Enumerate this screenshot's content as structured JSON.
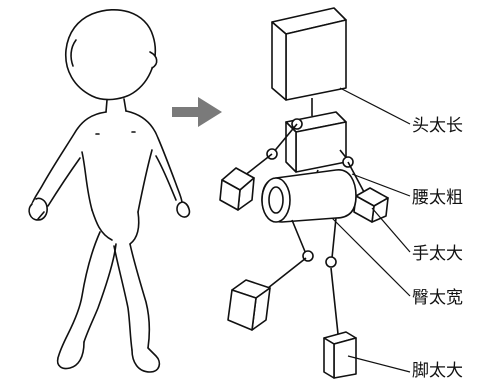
{
  "arrow_icon": "right-arrow-icon",
  "labels": [
    {
      "id": "head",
      "text": "头太长"
    },
    {
      "id": "waist",
      "text": "腰太粗"
    },
    {
      "id": "hand",
      "text": "手太大"
    },
    {
      "id": "hip",
      "text": "臀太宽"
    },
    {
      "id": "foot",
      "text": "脚太大"
    }
  ],
  "colors": {
    "ink": "#111111",
    "arrow": "#7a7a7a",
    "box_fill": "#ffffff",
    "joint_fill": "#ffffff"
  }
}
